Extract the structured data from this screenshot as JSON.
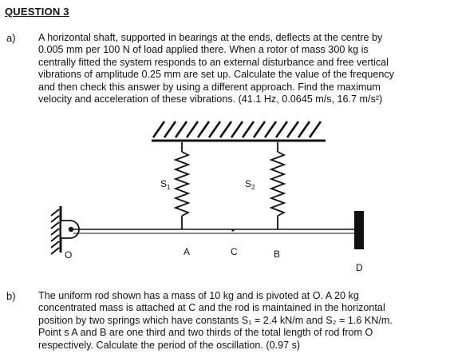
{
  "heading": "QUESTION 3",
  "part_a": {
    "label": "a)",
    "lines": [
      "A horizontal shaft, supported in bearings at the ends, deflects at the centre by",
      "0.005 mm per 100 N of load applied there.  When a rotor of mass 300 kg is",
      "centrally fitted the system responds to an external disturbance and free vertical",
      "vibrations of amplitude 0.25 mm are set up.  Calculate the value of the frequency",
      "and then check this answer by using a different approach.  Find the maximum",
      "velocity and acceleration of these vibrations. (41.1 Hz, 0.0645 m/s, 16.7 m/s²)"
    ]
  },
  "figure": {
    "spring1_label": "S",
    "spring1_sub": "1",
    "spring2_label": "S",
    "spring2_sub": "2",
    "point_o": "O",
    "point_a": "A",
    "point_c": "C",
    "point_b": "B",
    "point_d": "D"
  },
  "part_b": {
    "label": "b)",
    "lines": [
      "The uniform rod shown has a mass of 10 kg and is pivoted at O.  A 20 kg",
      "concentrated mass is attached at C and the rod is maintained in the horizontal",
      "position by two springs which have constants S₁ = 2.4 kN/m and S₂ = 1.6 KN/m.",
      "Point s A and B are one third and two thirds of the total length of rod from O",
      "respectively.  Calculate the period of the oscillation. (0.97 s)"
    ]
  }
}
